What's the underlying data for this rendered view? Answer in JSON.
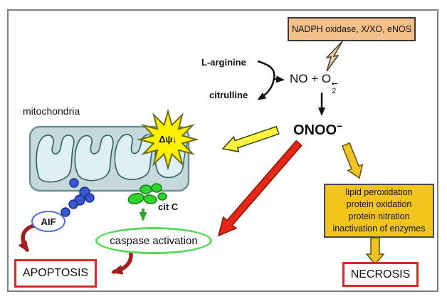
{
  "figure": {
    "background": "#ffffff",
    "border_color": "#7f7f7f"
  },
  "boxes": {
    "nadph": {
      "label": "NADPH oxidase, X/XO, eNOS",
      "fill": "#f4c08a"
    },
    "effects": {
      "lines": [
        "lipid peroxidation",
        "protein oxidation",
        "protein nitration",
        "inactivation of enzymes"
      ],
      "fill": "#f2c41e"
    },
    "apoptosis": {
      "label": "APOPTOSIS",
      "border": "#d92b25"
    },
    "necrosis": {
      "label": "NECROSIS",
      "border": "#d92b25"
    }
  },
  "labels": {
    "mitochondria": "mitochondria",
    "l_arginine": "L-arginine",
    "citrulline": "citrulline",
    "no_main": "NO + O",
    "no_sub": "2",
    "no_radical": "•−",
    "onoo_main": "ONOO",
    "onoo_sup": "−",
    "delta_psi": "Δψ↓",
    "aif": "AIF",
    "cit_c": "cit C",
    "caspase": "caspase activation"
  },
  "icons": {
    "stimulus_bolt": "lightning-bolt",
    "membrane_potential_star": "starburst",
    "aif_release": "blue-dots",
    "cytc_release": "green-dots"
  },
  "colors": {
    "yellow_arrow": "#fdf53f",
    "gold_arrow": "#eec327",
    "red_arrow": "#e52718",
    "red_arrow_outline": "#8a1208",
    "dark_red_arrow": "#9e2020",
    "black_arrow": "#111111",
    "green_arrow": "#2aa82a",
    "mito_outer_fill": "#c6d9da",
    "mito_outer_stroke": "#6d9193",
    "cristae_fill": "#dff0f3",
    "cristae_stroke": "#2f6062",
    "star_fill": "#fff200",
    "star_stroke": "#6b6b1a",
    "blue_dot": "#3a57cf",
    "blue_dot_stroke": "#1c2f8f",
    "green_dot": "#2ed32e",
    "green_dot_stroke": "#158215",
    "aif_stroke": "#4a6fd4",
    "caspase_stroke": "#57da57",
    "bolt_fill": "#e3cda4"
  }
}
